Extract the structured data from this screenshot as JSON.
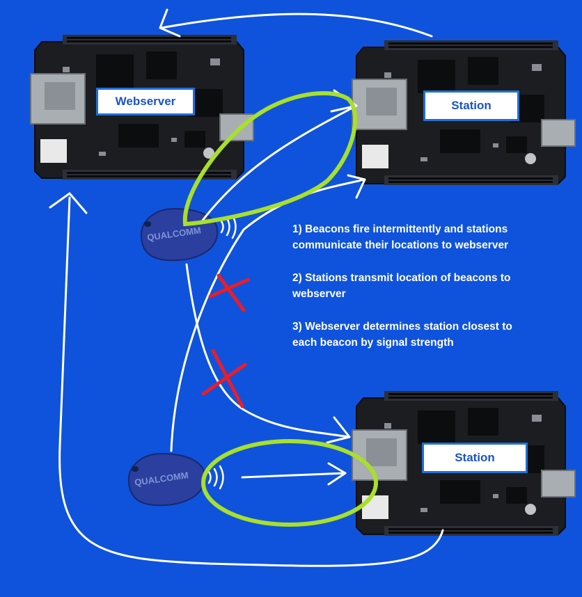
{
  "colors": {
    "background": "#0f53dc",
    "board": "#1b1d20",
    "arrow": "#ffffff",
    "highlight": "#a8e02a",
    "cross": "#ee1c24",
    "beacon": "#2a3f9e",
    "label_text": "#1a55c4"
  },
  "icons": {
    "board": "beaglebone-board-icon",
    "beacon": "qualcomm-beacon-keyfob-icon",
    "signal": "wifi-signal-icon",
    "blocked": "red-x-icon"
  },
  "boards": {
    "webserver": {
      "label": "Webserver"
    },
    "station_top": {
      "label": "Station"
    },
    "station_bottom": {
      "label": "Station"
    }
  },
  "beacons": {
    "top": {
      "brand": "QUALCOMM"
    },
    "bottom": {
      "brand": "QUALCOMM"
    }
  },
  "notes": [
    "1) Beacons fire intermittently and stations communicate their locations to webserver",
    "2) Stations transmit location of beacons to webserver",
    "3) Webserver determines station closest to each beacon by signal strength"
  ]
}
